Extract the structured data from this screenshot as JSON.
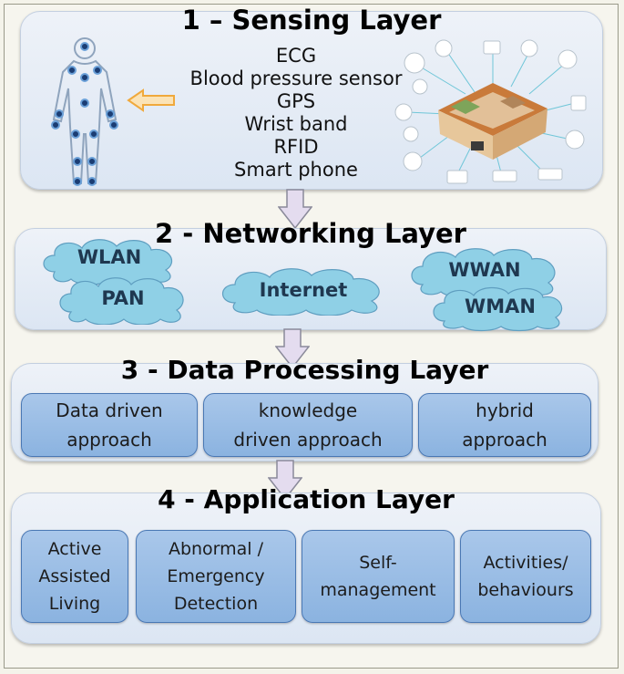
{
  "sensing_layer": {
    "title": "1 – Sensing Layer",
    "sensors": [
      "ECG",
      "Blood pressure sensor",
      "GPS",
      "Wrist band",
      "RFID",
      "Smart phone"
    ]
  },
  "networking_layer": {
    "title": "2 -  Networking Layer",
    "networks": {
      "wlan": "WLAN",
      "pan": "PAN",
      "internet": "Internet",
      "wwan": "WWAN",
      "wman": "WMAN"
    }
  },
  "processing_layer": {
    "title": "3 -  Data Processing Layer",
    "approaches": {
      "data_driven": "Data driven\napproach",
      "knowledge_driven": "knowledge\ndriven approach",
      "hybrid": "hybrid\napproach"
    }
  },
  "application_layer": {
    "title": "4 -  Application Layer",
    "applications": {
      "aal": "Active\nAssisted\nLiving",
      "emergency": "Abnormal /\nEmergency\nDetection",
      "self_management": "Self-\nmanagement",
      "activities": "Activities/\nbehaviours"
    }
  },
  "colors": {
    "panel": "#dce6f3",
    "box": "#9dbde6",
    "cloud": "#8fd0e6",
    "arrow": "#e4dcef",
    "hint_arrow": "#f0a93c"
  },
  "icons": [
    "human-body-sensor-icon",
    "smart-home-icon",
    "left-arrow-icon",
    "down-arrow-icon",
    "cloud-icon"
  ]
}
